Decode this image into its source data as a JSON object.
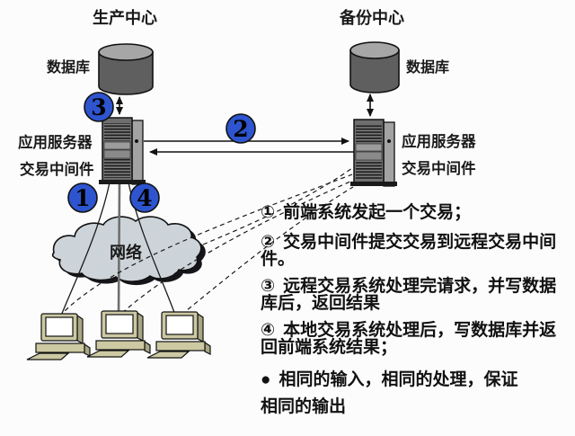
{
  "diagram": {
    "production": {
      "title": "生产中心",
      "db_label": "数据库",
      "server_line1": "应用服务器",
      "server_line2": "交易中间件"
    },
    "backup": {
      "title": "备份中心",
      "db_label": "数据库",
      "server_line1": "应用服务器",
      "server_line2": "交易中间件"
    },
    "network_label": "网络",
    "badges": {
      "step1": "1",
      "step2": "2",
      "step3": "3",
      "step4": "4"
    },
    "colors": {
      "badge_fill": "#2e55cf",
      "cloud_fill": "#cdd4d9",
      "cylinder_side": "#5f5f5f",
      "cylinder_top": "#a6a6a6",
      "server_face": "#6e6e6e",
      "server_side": "#a3a3a3",
      "pc_body": "#ccc9a3"
    }
  },
  "notes": {
    "items": [
      {
        "marker": "①",
        "text": "前端系统发起一个交易；"
      },
      {
        "marker": "②",
        "text": "交易中间件提交交易到远程交易中间件。"
      },
      {
        "marker": "③",
        "text": "远程交易系统处理完请求，并写数据库后，返回结果"
      },
      {
        "marker": "④",
        "text": "本地交易系统处理后，写数据库并返回前端系统结果；"
      },
      {
        "marker": "●",
        "text": "相同的输入，相同的处理，保证"
      },
      {
        "marker": "",
        "text": "相同的输出"
      }
    ]
  }
}
